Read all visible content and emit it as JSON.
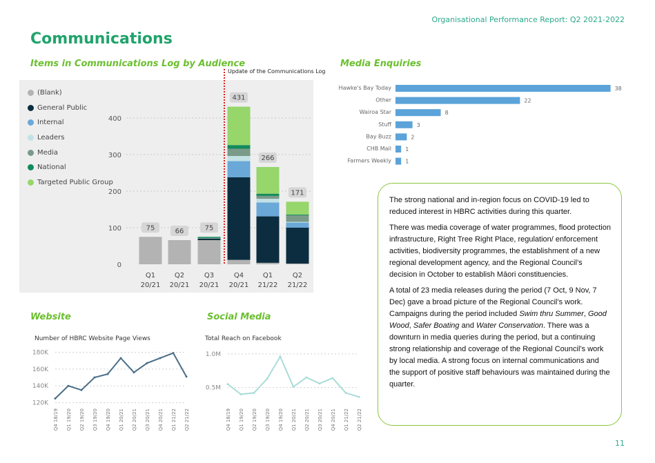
{
  "header": {
    "report_title": "Organisational Performance Report: Q2 2021-2022"
  },
  "page": {
    "title": "Communications",
    "number": "11"
  },
  "comms_log": {
    "title": "Items in Communications Log by Audience",
    "annotation": "Update of the Communications Log",
    "legend": [
      {
        "name": "(Blank)",
        "color": "#b3b3b3"
      },
      {
        "name": "General Public",
        "color": "#0b2d3f"
      },
      {
        "name": "Internal",
        "color": "#6aa8d8"
      },
      {
        "name": "Leaders",
        "color": "#c3e2e6"
      },
      {
        "name": "Media",
        "color": "#7a9a8a"
      },
      {
        "name": "National",
        "color": "#118a5a"
      },
      {
        "name": "Targeted Public Group",
        "color": "#97d66a"
      }
    ]
  },
  "media": {
    "title": "Media Enquiries"
  },
  "website": {
    "title": "Website",
    "chart_title": "Number of HBRC Website Page Views"
  },
  "social": {
    "title": "Social Media",
    "chart_title": "Total Reach on Facebook"
  },
  "chart_data": [
    {
      "type": "bar",
      "stacked": true,
      "title": "Items in Communications Log by Audience",
      "categories": [
        "Q1\n20/21",
        "Q2\n20/21",
        "Q3\n20/21",
        "Q4\n20/21",
        "Q1\n21/22",
        "Q2\n21/22"
      ],
      "ylim": [
        0,
        450
      ],
      "yticks": [
        0,
        100,
        200,
        300,
        400
      ],
      "totals": [
        75,
        66,
        75,
        431,
        266,
        171
      ],
      "series": [
        {
          "name": "(Blank)",
          "color": "#b3b3b3",
          "values": [
            75,
            66,
            66,
            12,
            4,
            2
          ]
        },
        {
          "name": "General Public",
          "color": "#0b2d3f",
          "values": [
            0,
            0,
            4,
            226,
            127,
            98
          ]
        },
        {
          "name": "Internal",
          "color": "#6aa8d8",
          "values": [
            0,
            0,
            0,
            44,
            38,
            14
          ]
        },
        {
          "name": "Leaders",
          "color": "#c3e2e6",
          "values": [
            0,
            0,
            0,
            14,
            10,
            2
          ]
        },
        {
          "name": "Media",
          "color": "#7a9a8a",
          "values": [
            0,
            0,
            2,
            20,
            8,
            18
          ]
        },
        {
          "name": "National",
          "color": "#118a5a",
          "values": [
            0,
            0,
            3,
            10,
            6,
            2
          ]
        },
        {
          "name": "Targeted Public Group",
          "color": "#97d66a",
          "values": [
            0,
            0,
            0,
            105,
            73,
            35
          ]
        }
      ],
      "grid": true,
      "legend_position": "top-left"
    },
    {
      "type": "bar",
      "orientation": "horizontal",
      "title": "Media Enquiries",
      "categories": [
        "Hawke's Bay Today",
        "Other",
        "Wairoa Star",
        "Stuff",
        "Bay Buzz",
        "CHB Mail",
        "Farmers Weekly"
      ],
      "values": [
        38,
        22,
        8,
        3,
        2,
        1,
        1
      ],
      "color": "#5ba3d9"
    },
    {
      "type": "line",
      "title": "Number of HBRC Website Page Views",
      "x": [
        "Q4 18/19",
        "Q1 19/20",
        "Q2 19/20",
        "Q3 19/20",
        "Q4 19/20",
        "Q1 20/21",
        "Q2 20/21",
        "Q3 20/21",
        "Q4 20/21",
        "Q1 21/22",
        "Q2 21/22"
      ],
      "values": [
        125000,
        140000,
        135000,
        150000,
        154000,
        173000,
        156000,
        167000,
        173000,
        179000,
        151000
      ],
      "yticks": [
        120000,
        140000,
        160000,
        180000
      ],
      "ytick_labels": [
        "120K",
        "140K",
        "160K",
        "180K"
      ],
      "ylim": [
        118000,
        182000
      ],
      "color": "#4a6d86"
    },
    {
      "type": "line",
      "title": "Total Reach on Facebook",
      "x": [
        "Q4 18/19",
        "Q1 19/20",
        "Q2 19/20",
        "Q3 19/20",
        "Q4 19/20",
        "Q1 20/21",
        "Q2 20/21",
        "Q3 20/21",
        "Q4 20/21",
        "Q1 21/22",
        "Q2 21/22"
      ],
      "values": [
        550000,
        400000,
        420000,
        630000,
        960000,
        510000,
        650000,
        560000,
        640000,
        420000,
        360000
      ],
      "yticks": [
        500000,
        1000000
      ],
      "ytick_labels": [
        "0.5M",
        "1.0M"
      ],
      "ylim": [
        250000,
        1050000
      ],
      "color": "#a8dcd6"
    }
  ],
  "commentary": {
    "p1": "The strong national and in-region focus on COVID-19 led to reduced interest in HBRC activities during this quarter.",
    "p2": "There was media coverage of water programmes, flood protection infrastructure, Right Tree Right Place, regulation/ enforcement activities, biodiversity programmes, the establishment of a new regional development agency, and the Regional Council’s decision in October to establish Māori constituencies.",
    "p3_a": "A total of 23 media releases during the period (7 Oct, 9 Nov, 7 Dec) gave a broad picture of the Regional Council’s work. Campaigns during the period included ",
    "p3_c1": "Swim thru Summer",
    "p3_s1": ", ",
    "p3_c2": "Good Wood",
    "p3_s2": ", ",
    "p3_c3": "Safer Boating",
    "p3_s3": " and ",
    "p3_c4": "Water Conservation",
    "p3_b": ". There was a downturn in media queries during the period, but a continuing strong relationship and coverage of the Regional Council’s work by local media. A strong focus on internal communications and the support of positive staff behaviours was maintained during the quarter."
  }
}
